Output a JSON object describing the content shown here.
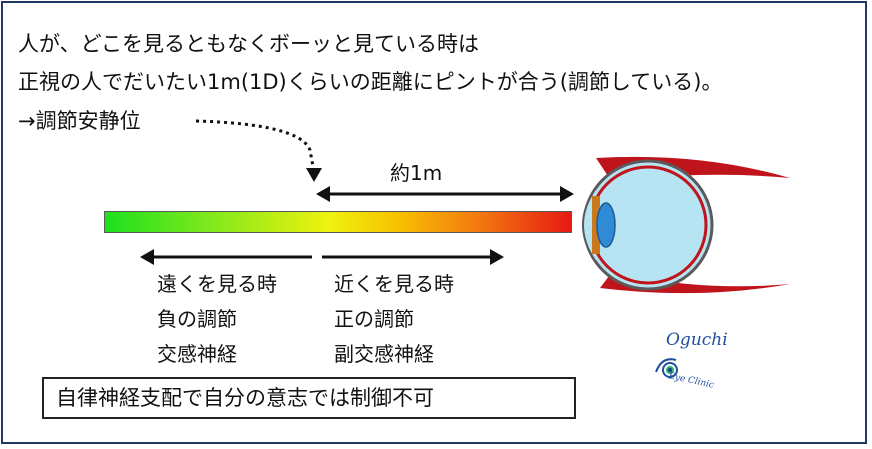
{
  "text": {
    "line1": "人が、どこを見るともなくボーッと見ている時は",
    "line2": "正視の人でだいたい1m(1D)くらいの距離にピントが合う(調節している)。",
    "line3": "→調節安静位",
    "distance_label": "約1m",
    "left_block": [
      "遠くを見る時",
      "負の調節",
      "交感神経"
    ],
    "right_block": [
      "近くを見る時",
      "正の調節",
      "副交感神経"
    ],
    "bottom_box": "自律神経支配で自分の意志では制御不可"
  },
  "logo": {
    "top": "Oguchi",
    "bottom": "Eye Clinic"
  },
  "colors": {
    "frame": "#1f3864",
    "gradient_far": "#1ee01e",
    "gradient_mid": "#eef20e",
    "gradient_near": "#e61a12",
    "eye_fluid": "#b7e4f2",
    "eyelid": "#c0141c",
    "logo": "#1f4fa0"
  }
}
